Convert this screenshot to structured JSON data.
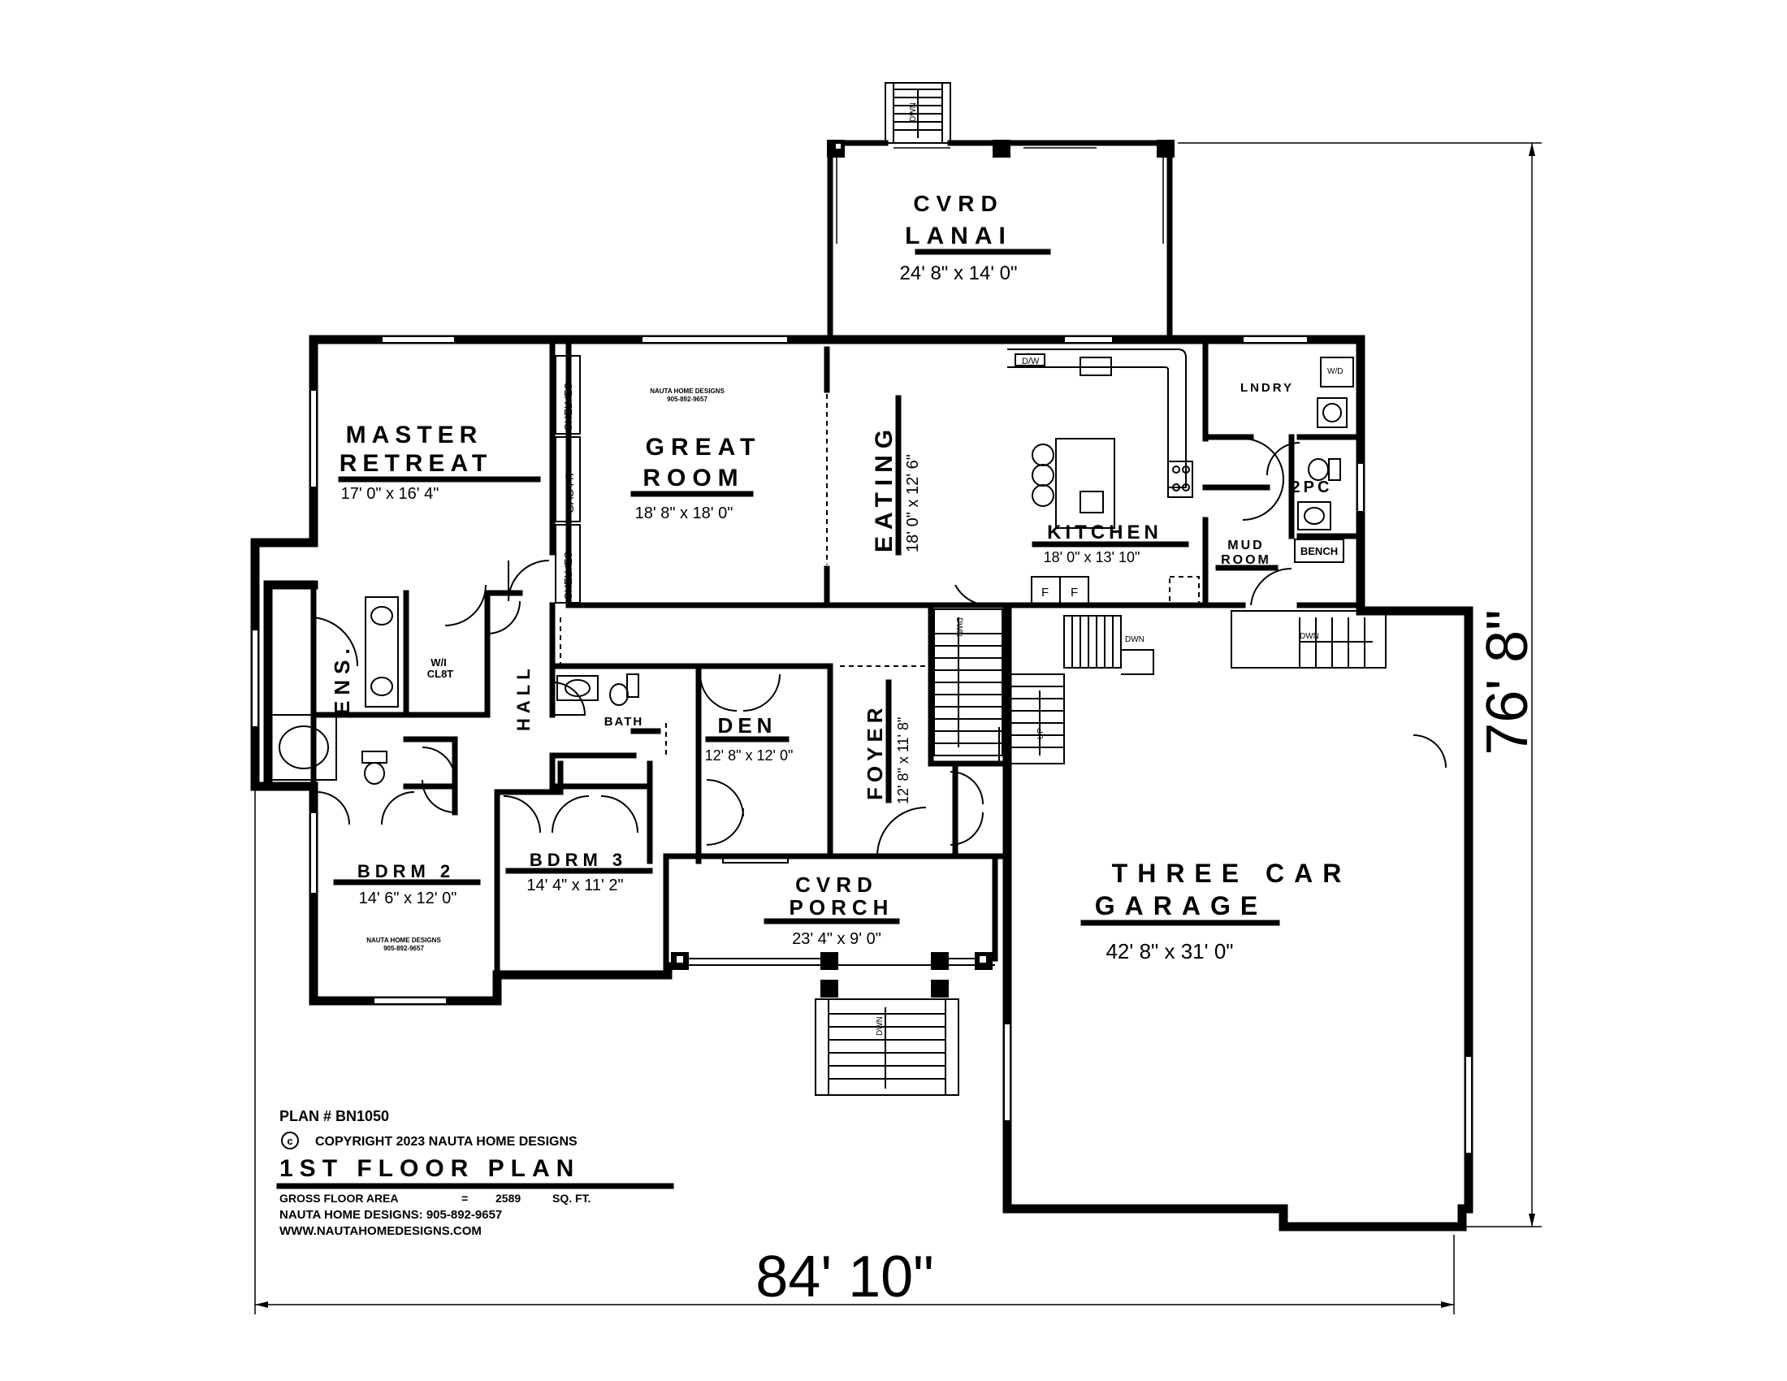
{
  "rooms": {
    "lanai": {
      "line1": "CVRD",
      "line2": "LANAI",
      "size": "24' 8\" x 14' 0\""
    },
    "master": {
      "line1": "MASTER",
      "line2": "RETREAT",
      "size": "17' 0\" x 16' 4\""
    },
    "great": {
      "line1": "GREAT",
      "line2": "ROOM",
      "size": "18' 8\" x 18' 0\""
    },
    "eating": {
      "name": "EATING",
      "size": "18' 0\" x 12' 6\""
    },
    "kitchen": {
      "name": "KITCHEN",
      "size": "18' 0\" x 13' 10\""
    },
    "laundry": {
      "name": "LNDRY",
      "wd": "W/D"
    },
    "twopc": {
      "name": "2PC"
    },
    "mud": {
      "line1": "MUD",
      "line2": "ROOM"
    },
    "bench": "BENCH",
    "ensuite": {
      "name": "ENS."
    },
    "wiclst": {
      "line1": "W/I",
      "line2": "CL8T"
    },
    "hall": {
      "name": "HALL"
    },
    "bath": {
      "name": "BATH"
    },
    "den": {
      "name": "DEN",
      "size": "12' 8\" x 12' 0\""
    },
    "foyer": {
      "name": "FOYER",
      "size": "12' 8\" x 11' 8\""
    },
    "bdrm2": {
      "name": "BDRM 2",
      "size": "14' 6\" x 12' 0\""
    },
    "bdrm3": {
      "name": "BDRM 3",
      "size": "14' 4\" x 11' 2\""
    },
    "porch": {
      "line1": "CVRD",
      "line2": "PORCH",
      "size": "23' 4\" x 9' 0\""
    },
    "garage": {
      "line1": "THREE CAR",
      "line2": "GARAGE",
      "size": "42' 8\" x 31' 0\""
    }
  },
  "fixtures": {
    "shelves": "SHELVES",
    "gas_fp": "GAS F/P",
    "dw": "D/W",
    "fridge": "F",
    "dwn": "DWN",
    "up": "UP"
  },
  "watermark": {
    "name": "NAUTA HOME DESIGNS",
    "phone": "905-892-9657"
  },
  "titleblock": {
    "plan_no": "PLAN # BN1050",
    "copyright_symbol": "c",
    "copyright": "COPYRIGHT 2023 NAUTA HOME DESIGNS",
    "title": "1ST FLOOR PLAN",
    "gross_label": "GROSS FLOOR AREA",
    "gross_eq": "=",
    "gross_value": "2589",
    "gross_unit": "SQ. FT.",
    "contact": "NAUTA HOME DESIGNS: 905-892-9657",
    "website": "WWW.NAUTAHOMEDESIGNS.COM"
  },
  "dimensions": {
    "width": "84' 10\"",
    "depth": "76' 8\""
  }
}
